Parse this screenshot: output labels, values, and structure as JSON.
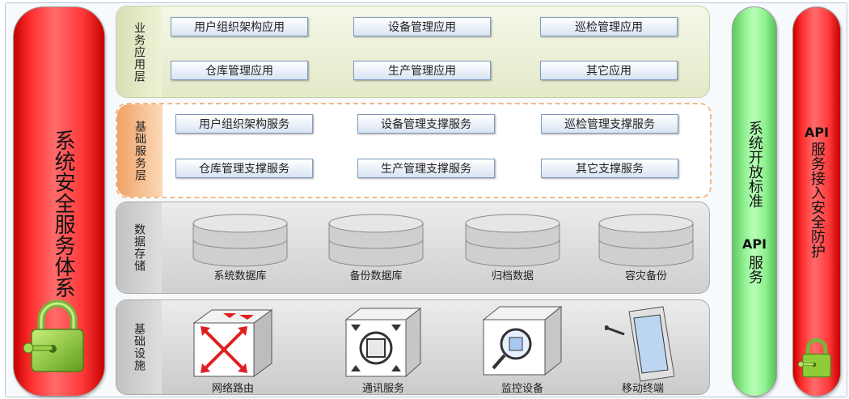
{
  "left_pillar": {
    "title": "系统安全服务体系",
    "icon": "padlock-icon"
  },
  "layers": {
    "business": {
      "label": "业务应用层",
      "items": [
        "用户组织架构应用",
        "设备管理应用",
        "巡检管理应用",
        "仓库管理应用",
        "生产管理应用",
        "其它应用"
      ]
    },
    "foundation": {
      "label": "基础服务层",
      "items": [
        "用户组织架构服务",
        "设备管理支撑服务",
        "巡检管理支撑服务",
        "仓库管理支撑服务",
        "生产管理支撑服务",
        "其它支撑服务"
      ]
    },
    "storage": {
      "label": "数据存储",
      "items": [
        "系统数据库",
        "备份数据库",
        "归档数据",
        "容灾备份"
      ]
    },
    "infrastructure": {
      "label": "基础设施",
      "items": [
        {
          "label": "网络路由",
          "icon": "router-icon"
        },
        {
          "label": "通讯服务",
          "icon": "communication-server-icon"
        },
        {
          "label": "监控设备",
          "icon": "monitor-device-icon"
        },
        {
          "label": "移动终端",
          "icon": "tablet-icon"
        }
      ]
    }
  },
  "middle_pillar": {
    "title_line1": "系统开放标准",
    "title_line2": "API",
    "title_line3": "服务"
  },
  "right_pillar": {
    "title_line1": "API",
    "title_line2": "服务接入安全防护",
    "icon": "padlock-icon"
  },
  "colors": {
    "security_red": "#ff2d2d",
    "api_green": "#97f397",
    "business_layer": "#e4e9c8",
    "service_label": "#f1a266",
    "box_border": "#7f9cbf"
  }
}
